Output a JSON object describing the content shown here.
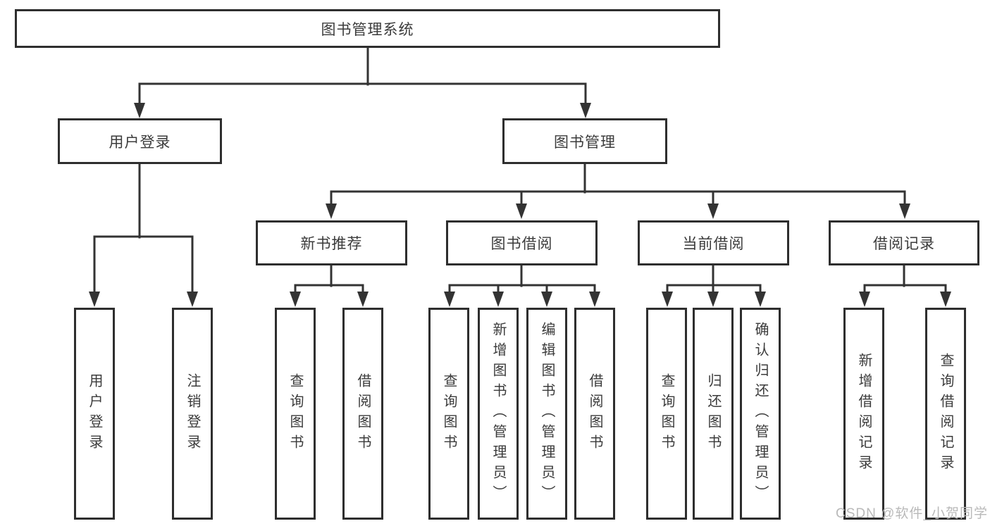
{
  "tree": {
    "label": "图书管理系统",
    "children": [
      {
        "label": "用户登录",
        "children": [
          {
            "label": "用户登录"
          },
          {
            "label": "注销登录"
          }
        ]
      },
      {
        "label": "图书管理",
        "children": [
          {
            "label": "新书推荐",
            "children": [
              {
                "label": "查询图书"
              },
              {
                "label": "借阅图书"
              }
            ]
          },
          {
            "label": "图书借阅",
            "children": [
              {
                "label": "查询图书"
              },
              {
                "label": "新增图书（管理员）"
              },
              {
                "label": "编辑图书（管理员）"
              },
              {
                "label": "借阅图书"
              }
            ]
          },
          {
            "label": "当前借阅",
            "children": [
              {
                "label": "查询图书"
              },
              {
                "label": "归还图书"
              },
              {
                "label": "确认归还（管理员）"
              }
            ]
          },
          {
            "label": "借阅记录",
            "children": [
              {
                "label": "新增借阅记录"
              },
              {
                "label": "查询借阅记录"
              }
            ]
          }
        ]
      }
    ]
  },
  "watermark": "CSDN @软件_小贺同学",
  "colors": {
    "line": "#333333",
    "box_border": "#2e2e2e",
    "text": "#3b3b3b",
    "watermark": "#b9b9b9",
    "background": "#ffffff"
  }
}
